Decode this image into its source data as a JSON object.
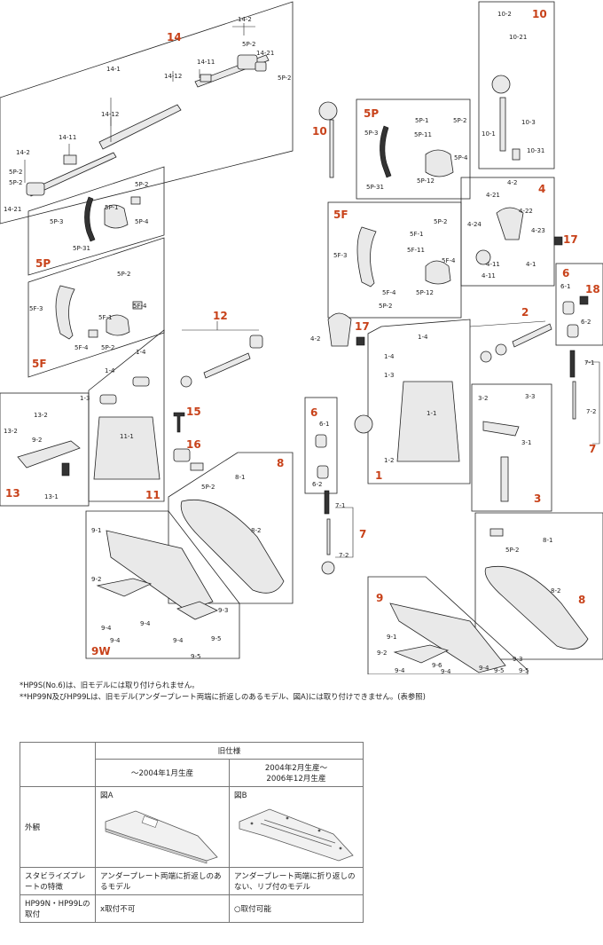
{
  "sections": {
    "s14": {
      "number": "14",
      "parts": [
        "14-2",
        "5P-2",
        "14-21",
        "14-11",
        "14-12",
        "14-1",
        "5P-2",
        "14-12",
        "14-11",
        "14-2",
        "5P-2",
        "5P-2",
        "14-21"
      ]
    },
    "s5p_left": {
      "number": "5P",
      "parts": [
        "5P-2",
        "5P-1",
        "5P-3",
        "5P-4",
        "5P-31"
      ]
    },
    "s5f_left": {
      "number": "5F",
      "parts": [
        "5P-2",
        "5F-4",
        "5F-3",
        "5F-1",
        "5F-4",
        "5P-2"
      ]
    },
    "s11": {
      "number": "11",
      "parts": [
        "1-4",
        "1-4",
        "1-3",
        "11-1"
      ]
    },
    "s12": {
      "number": "12"
    },
    "s13": {
      "number": "13",
      "parts": [
        "13-2",
        "13-2",
        "9-2",
        "13-1"
      ]
    },
    "s15": {
      "number": "15"
    },
    "s16": {
      "number": "16"
    },
    "s8_left": {
      "number": "8",
      "parts": [
        "8-1",
        "5P-2",
        "8-2"
      ]
    },
    "s9w": {
      "number": "9W",
      "parts": [
        "9-1",
        "9-2",
        "9-3",
        "9-4",
        "9-4",
        "9-4",
        "9-4",
        "9-5",
        "9-5"
      ]
    },
    "s10_top": {
      "number": "10",
      "parts": [
        "10-2",
        "10-21",
        "10-1",
        "10-3",
        "10-31"
      ]
    },
    "s10_left": {
      "number": "10"
    },
    "s5p_right": {
      "number": "5P",
      "parts": [
        "5P-1",
        "5P-2",
        "5P-3",
        "5P-11",
        "5P-4",
        "5P-31",
        "5P-12"
      ]
    },
    "s4": {
      "number": "4",
      "parts": [
        "4-2",
        "4-21",
        "4-22",
        "4-24",
        "4-23",
        "4-11",
        "4-1",
        "4-11"
      ]
    },
    "s17a": {
      "number": "17"
    },
    "s5f_right": {
      "number": "5F",
      "parts": [
        "5P-2",
        "5F-1",
        "5F-3",
        "5F-11",
        "5F-4",
        "5F-4",
        "5P-12",
        "5P-2"
      ]
    },
    "s6_right": {
      "number": "6",
      "parts": [
        "6-1",
        "6-2"
      ]
    },
    "s18": {
      "number": "18"
    },
    "s2": {
      "number": "2"
    },
    "s17b": {
      "number": "17"
    },
    "s1": {
      "number": "1",
      "parts": [
        "4-2",
        "1-4",
        "1-4",
        "1-3",
        "1-1",
        "1-2"
      ]
    },
    "s6_left": {
      "number": "6",
      "parts": [
        "6-1",
        "6-2"
      ]
    },
    "s3": {
      "number": "3",
      "parts": [
        "3-2",
        "3-3",
        "3-1"
      ]
    },
    "s7_right": {
      "number": "7",
      "parts": [
        "7-1",
        "7-2"
      ]
    },
    "s7_left": {
      "number": "7",
      "parts": [
        "7-1",
        "7-2"
      ]
    },
    "s8_right": {
      "number": "8",
      "parts": [
        "8-1",
        "5P-2",
        "8-2"
      ]
    },
    "s9": {
      "number": "9",
      "parts": [
        "9-1",
        "9-2",
        "9-6",
        "9-4",
        "9-4",
        "9-4",
        "9-3",
        "9-5",
        "9-5"
      ]
    }
  },
  "notes": [
    "*HP9S(No.6)は、旧モデルには取り付けられません。",
    "**HP99N及びHP99Lは、旧モデル(アンダープレート両端に折返しのあるモデル、図A)には取り付けできません。(表参照)"
  ],
  "table": {
    "header_group": "旧仕様",
    "col1": "～2004年1月生産",
    "col2": "2004年2月生産～\n2006年12月生産",
    "rows": [
      {
        "label": "外観",
        "a": "図A",
        "b": "図B"
      },
      {
        "label": "スタビライズプレートの特徴",
        "a": "アンダープレート両端に折返しのあるモデル",
        "b": "アンダープレート両端に折り返しのない、リブ付のモデル"
      },
      {
        "label": "HP99N・HP99Lの取付",
        "a": "x取付不可",
        "b": "○取付可能"
      }
    ]
  }
}
